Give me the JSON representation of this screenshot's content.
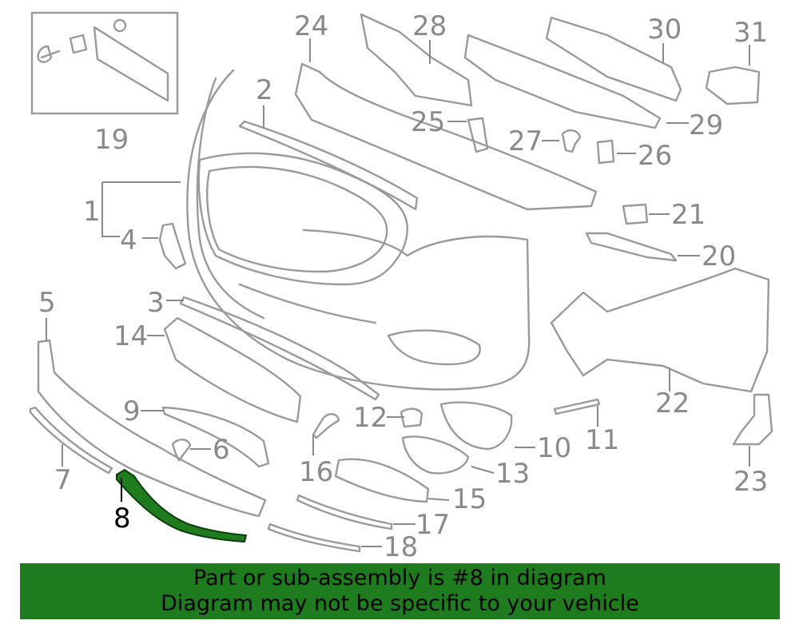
{
  "callouts": {
    "c1": "1",
    "c2": "2",
    "c3": "3",
    "c4": "4",
    "c5": "5",
    "c6": "6",
    "c7": "7",
    "c8": "8",
    "c9": "9",
    "c10": "10",
    "c11": "11",
    "c12": "12",
    "c13": "13",
    "c14": "14",
    "c15": "15",
    "c16": "16",
    "c17": "17",
    "c18": "18",
    "c19": "19",
    "c20": "20",
    "c21": "21",
    "c22": "22",
    "c23": "23",
    "c24": "24",
    "c25": "25",
    "c26": "26",
    "c27": "27",
    "c28": "28",
    "c29": "29",
    "c30": "30",
    "c31": "31"
  },
  "highlighted_part": "8",
  "colors": {
    "highlight": "#1e7b1e",
    "banner": "#1e7b1e",
    "line": "#9a9a9a",
    "label": "#8a8a8a"
  },
  "banner": {
    "line1": "Part or sub-assembly is #8 in diagram",
    "line2": "Diagram may not be specific to your vehicle"
  }
}
